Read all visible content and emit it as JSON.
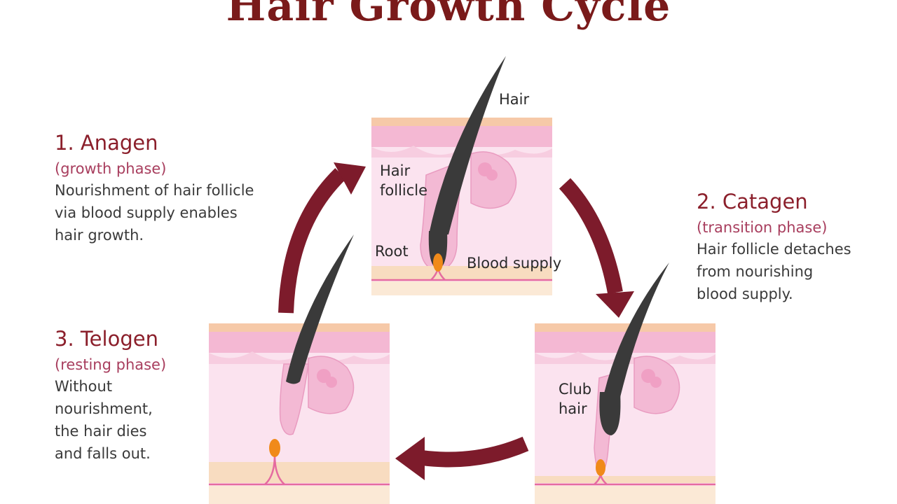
{
  "title": "Hair Growth Cycle",
  "phases": [
    {
      "heading": "1. Anagen",
      "subtitle": "(growth phase)",
      "description": [
        "Nourishment of hair follicle",
        "via blood supply enables",
        "hair growth."
      ]
    },
    {
      "heading": "2. Catagen",
      "subtitle": "(transition phase)",
      "description": [
        "Hair follicle detaches",
        "from nourishing",
        "blood supply."
      ]
    },
    {
      "heading": "3. Telogen",
      "subtitle": "(resting phase)",
      "description": [
        "Without",
        "nourishment,",
        "the hair dies",
        "and falls out."
      ]
    }
  ],
  "labels": {
    "hair": "Hair",
    "hair_follicle": [
      "Hair",
      "follicle"
    ],
    "root": "Root",
    "blood_supply": "Blood supply",
    "club_hair": [
      "Club",
      "hair"
    ]
  },
  "colors": {
    "title": "#7a1a1a",
    "arrow": "#7d1b2b",
    "heading": "#8b1f2b",
    "subtitle": "#a83e5e",
    "skin_top": "#f6c9a8",
    "skin": "#fbe3ef",
    "follicle": "#f3b9d4",
    "hair": "#3a3a3a",
    "papilla": "#f08a1a"
  }
}
